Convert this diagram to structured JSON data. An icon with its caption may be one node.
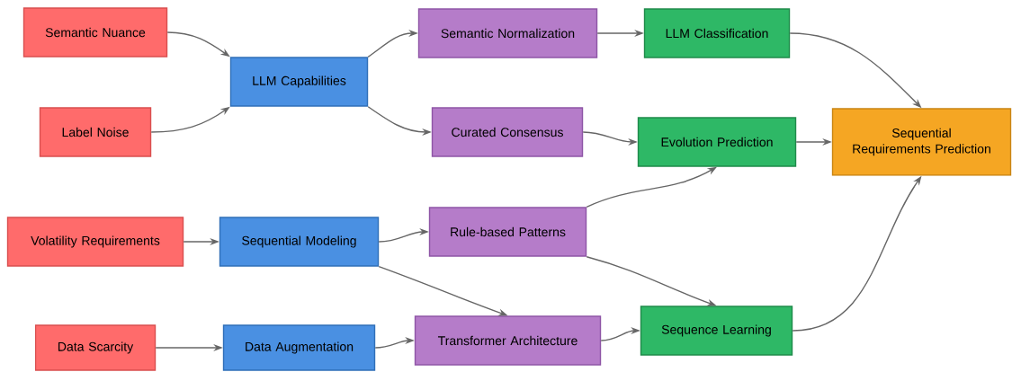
{
  "diagram": {
    "nodes": [
      {
        "text": [
          "Semantic Nuance"
        ]
      },
      {
        "text": [
          "Label Noise"
        ]
      },
      {
        "text": [
          "LLM Capabilities"
        ]
      },
      {
        "text": [
          "Semantic Normalization"
        ]
      },
      {
        "text": [
          "LLM Classification"
        ]
      },
      {
        "text": [
          "Curated Consensus"
        ]
      },
      {
        "text": [
          "Evolution Prediction"
        ]
      },
      {
        "text": [
          "Sequential Requirements Prediction"
        ]
      },
      {
        "text": [
          "Volatility Requirements"
        ]
      },
      {
        "text": [
          "Sequential Modeling"
        ]
      },
      {
        "text": [
          "Rule-based Patterns"
        ]
      },
      {
        "text": [
          "Data Scarcity"
        ]
      },
      {
        "text": [
          "Data Augmentation"
        ]
      },
      {
        "text": [
          "Transformer Architecture"
        ]
      },
      {
        "text": [
          "Sequence Learning"
        ]
      }
    ],
    "edges": [
      {
        "from": 0,
        "to": 2,
        "arrow": "to"
      },
      {
        "from": 1,
        "to": 2,
        "arrow": "to"
      },
      {
        "from": 2,
        "to": 3,
        "arrow": "to"
      },
      {
        "from": 2,
        "to": 5,
        "arrow": "to"
      },
      {
        "from": 3,
        "to": 4,
        "arrow": "to"
      },
      {
        "from": 4,
        "to": 7,
        "arrow": "to"
      },
      {
        "from": 5,
        "to": 6,
        "arrow": "to"
      },
      {
        "from": 6,
        "to": 7,
        "arrow": "to"
      },
      {
        "from": 8,
        "to": 9,
        "arrow": "to"
      },
      {
        "from": 9,
        "to": 10,
        "arrow": "to"
      },
      {
        "from": 9,
        "to": 13,
        "arrow": "to"
      },
      {
        "from": 10,
        "to": 6,
        "arrow": "to"
      },
      {
        "from": 10,
        "to": 14,
        "arrow": "to"
      },
      {
        "from": 11,
        "to": 12,
        "arrow": "to"
      },
      {
        "from": 12,
        "to": 13,
        "arrow": "to"
      },
      {
        "from": 13,
        "to": 14,
        "arrow": "to"
      },
      {
        "from": 14,
        "to": 7,
        "arrow": "to"
      }
    ]
  }
}
